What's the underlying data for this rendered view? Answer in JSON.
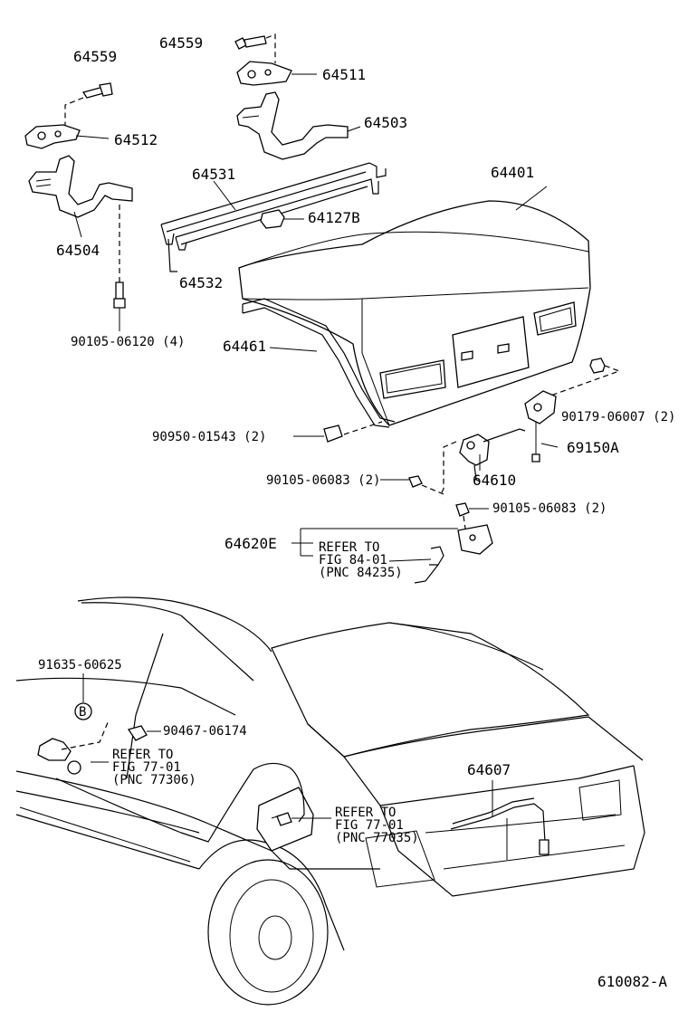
{
  "diagram": {
    "figure_code": "610082-A",
    "part_labels": {
      "p64559a": "64559",
      "p64559b": "64559",
      "p64511": "64511",
      "p64512": "64512",
      "p64503": "64503",
      "p64504": "64504",
      "p64531": "64531",
      "p64127B": "64127B",
      "p64532": "64532",
      "p64401": "64401",
      "p64461": "64461",
      "p90105_06120": "90105-06120 (4)",
      "p90179_06007": "90179-06007 (2)",
      "p90950_01543": "90950-01543 (2)",
      "p69150A": "69150A",
      "p90105_06083a": "90105-06083 (2)",
      "p64610": "64610",
      "p90105_06083b": "90105-06083 (2)",
      "p64620E": "64620E",
      "p91635_60625": "91635-60625",
      "p90467_06174": "90467-06174",
      "p64607": "64607",
      "circle_b": "B"
    },
    "refer_notes": {
      "ref84": [
        "REFER TO",
        "FIG 84-01",
        "(PNC 84235)"
      ],
      "ref77a": [
        "REFER TO",
        "FIG 77-01",
        "(PNC 77306)"
      ],
      "ref77b": [
        "REFER TO",
        "FIG 77-01",
        "(PNC 77035)"
      ]
    }
  }
}
